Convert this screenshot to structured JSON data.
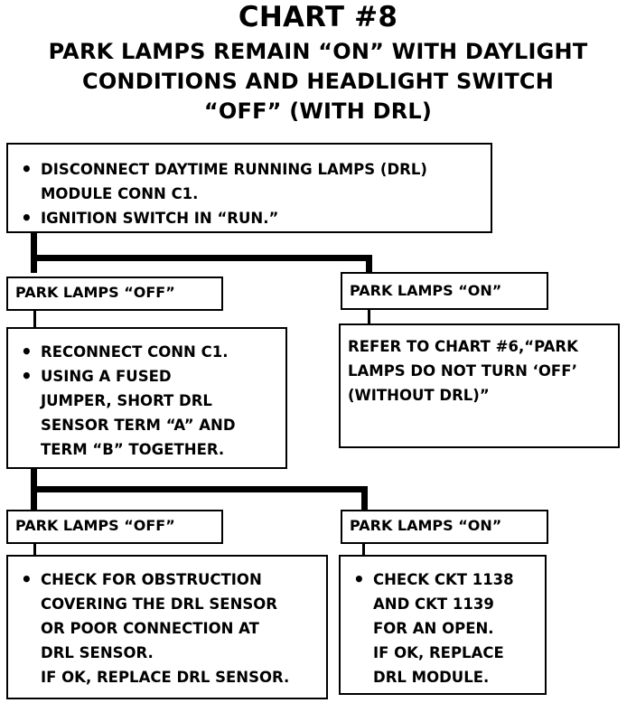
{
  "chart_title": "CHART #8",
  "chart_subtitle": [
    "PARK LAMPS REMAIN “ON” WITH DAYLIGHT",
    "CONDITIONS AND HEADLIGHT SWITCH",
    "“OFF” (WITH DRL)"
  ],
  "step1": {
    "bullets": [
      "DISCONNECT DAYTIME RUNNING LAMPS (DRL)",
      "IGNITION SWITCH IN “RUN.”"
    ],
    "bullet1_cont": "MODULE CONN C1."
  },
  "branch1": {
    "left_label": "PARK LAMPS “OFF”",
    "right_label": "PARK LAMPS “ON”"
  },
  "step2": {
    "bullets": [
      "RECONNECT CONN C1.",
      "USING A FUSED"
    ],
    "cont": [
      "JUMPER, SHORT DRL",
      "SENSOR TERM “A” AND",
      "TERM “B” TOGETHER."
    ]
  },
  "refer": [
    "REFER TO CHART #6,“PARK",
    "LAMPS DO NOT TURN ‘OFF’",
    "(WITHOUT DRL)”"
  ],
  "branch2": {
    "left_label": "PARK LAMPS “OFF”",
    "right_label": "PARK LAMPS “ON”"
  },
  "result_left": {
    "bullet": "CHECK FOR OBSTRUCTION",
    "cont": [
      "COVERING THE DRL SENSOR",
      "OR POOR CONNECTION AT",
      "DRL SENSOR.",
      "IF OK, REPLACE DRL SENSOR."
    ]
  },
  "result_right": {
    "bullet": "CHECK CKT 1138",
    "cont": [
      "AND CKT 1139",
      "FOR AN OPEN.",
      "IF OK, REPLACE",
      "DRL MODULE."
    ]
  }
}
